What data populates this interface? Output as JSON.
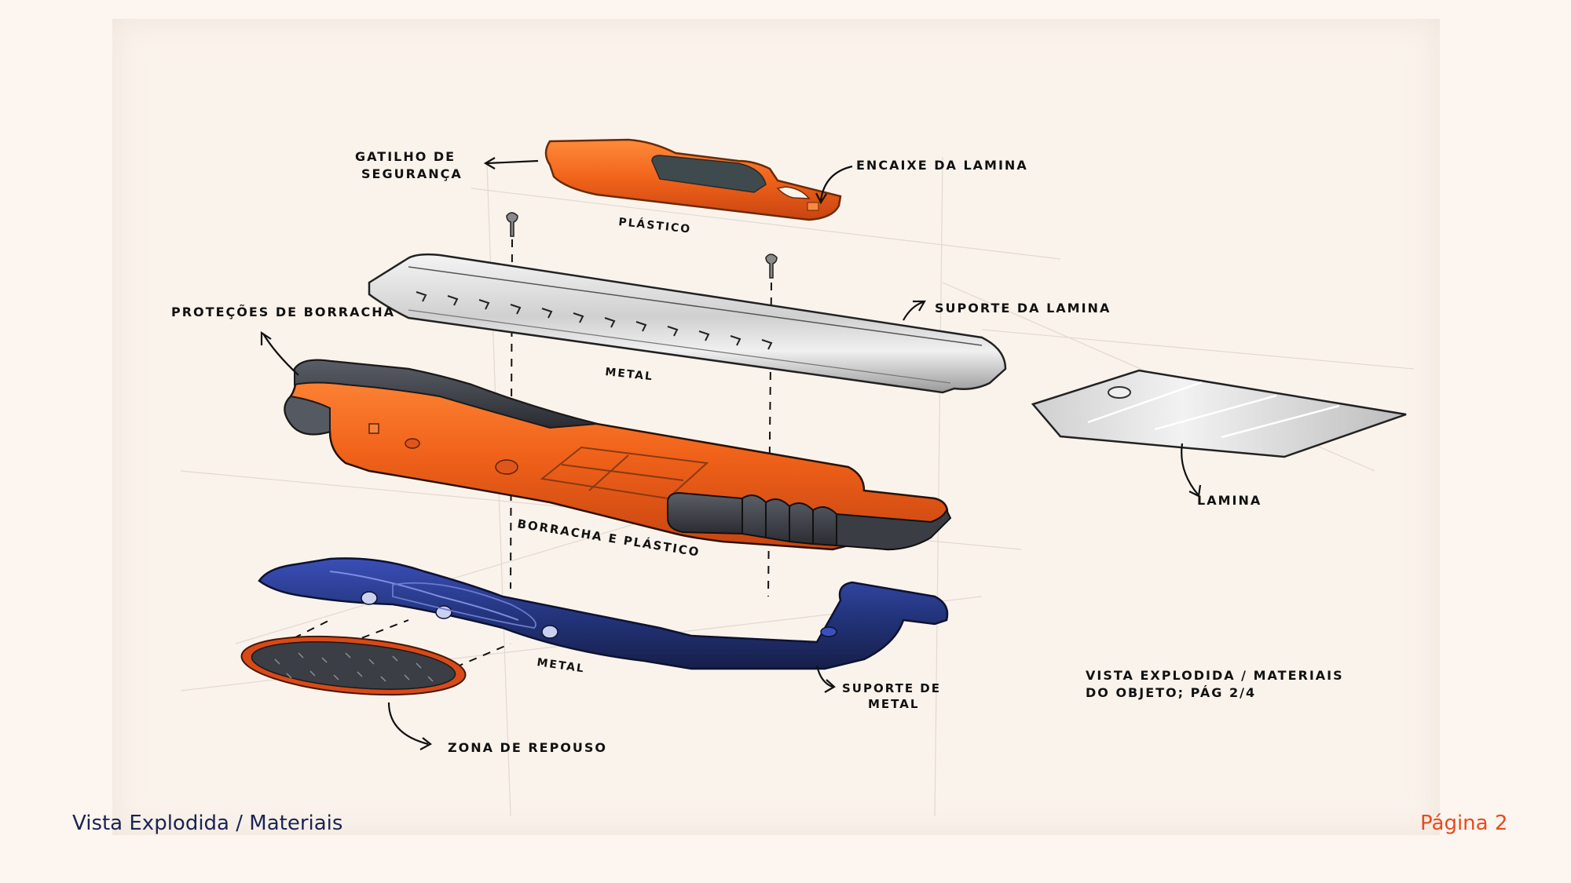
{
  "footer": {
    "title": "Vista Explodida / Materiais",
    "page": "Página 2"
  },
  "colors": {
    "background": "#fdf5ef",
    "paper": "#faf3ec",
    "orange_plastic": "#f06a1e",
    "rubber": "#3d4048",
    "metal_blue": "#2a3a8c",
    "steel": "#d4d4d4",
    "footer_title": "#1a2452",
    "footer_page": "#ea4a1c"
  },
  "annotations": {
    "gatilho_line1": "GATILHO DE",
    "gatilho_line2": "SEGURANÇA",
    "encaixe": "ENCAIXE DA LAMINA",
    "plastico": "PLÁSTICO",
    "protecoes": "PROTEÇÕES DE BORRACHA",
    "suporte_lamina": "SUPORTE DA LAMINA",
    "metal_top": "METAL",
    "lamina": "LAMINA",
    "borracha_plastico": "BORRACHA E PLÁSTICO",
    "metal_bottom": "METAL",
    "suporte_metal_line1": "SUPORTE DE",
    "suporte_metal_line2": "METAL",
    "zona_repouso": "ZONA DE REPOUSO",
    "note_line1": "VISTA EXPLODIDA / MATERIAIS",
    "note_line2": "DO OBJETO;  PÁG 2/4"
  },
  "parts": [
    {
      "id": "safety-trigger",
      "label": "Gatilho de segurança",
      "material": "Plástico"
    },
    {
      "id": "blade-holder",
      "label": "Suporte da lamina",
      "material": "Metal"
    },
    {
      "id": "blade",
      "label": "Lamina"
    },
    {
      "id": "main-body",
      "label": "Proteções de borracha",
      "material": "Borracha e plástico"
    },
    {
      "id": "metal-frame",
      "label": "Suporte de metal",
      "material": "Metal"
    },
    {
      "id": "rest-pad",
      "label": "Zona de repouso"
    }
  ]
}
